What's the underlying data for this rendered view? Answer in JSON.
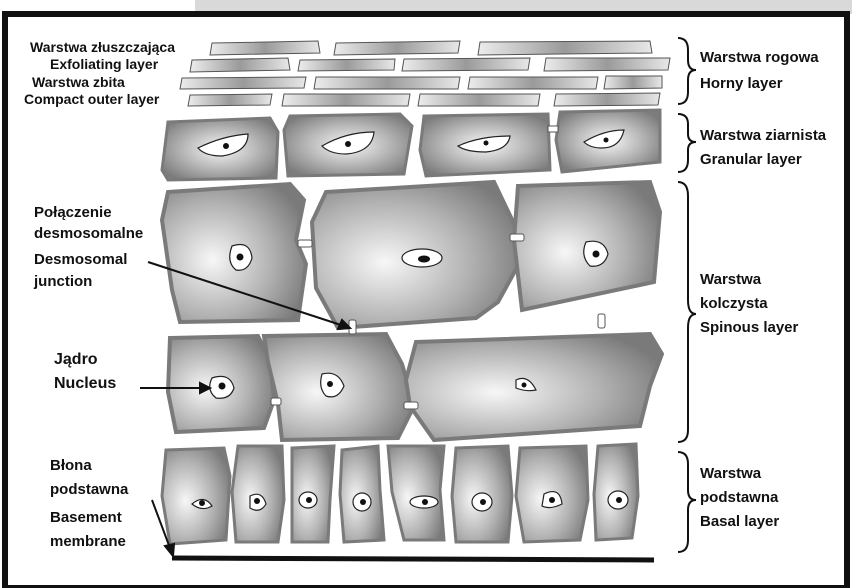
{
  "labels": {
    "exfoliating_pl": "Warstwa złuszczająca",
    "exfoliating_en": "Exfoliating layer",
    "compact_pl": "Warstwa zbita",
    "compact_en": "Compact outer layer",
    "horny_pl": "Warstwa rogowa",
    "horny_en": "Horny layer",
    "granular_pl": "Warstwa ziarnista",
    "granular_en": "Granular layer",
    "desmo_pl_1": "Połączenie",
    "desmo_pl_2": "desmosomalne",
    "desmo_en_1": "Desmosomal",
    "desmo_en_2": "junction",
    "spinous_pl_1": "Warstwa",
    "spinous_pl_2": "kolczysta",
    "spinous_en": "Spinous layer",
    "nucleus_pl": "Jądro",
    "nucleus_en": "Nucleus",
    "basement_pl_1": "Błona",
    "basement_pl_2": "podstawna",
    "basement_en_1": "Basement",
    "basement_en_2": "membrane",
    "basal_pl_1": "Warstwa",
    "basal_pl_2": "podstawna",
    "basal_en": "Basal layer"
  },
  "colors": {
    "frame": "#111111",
    "topbar": "#d9d9d9",
    "cell_outline": "#7a7a7a",
    "cell_light": "#f2f2f2",
    "cell_dark": "#7f7f7f"
  }
}
